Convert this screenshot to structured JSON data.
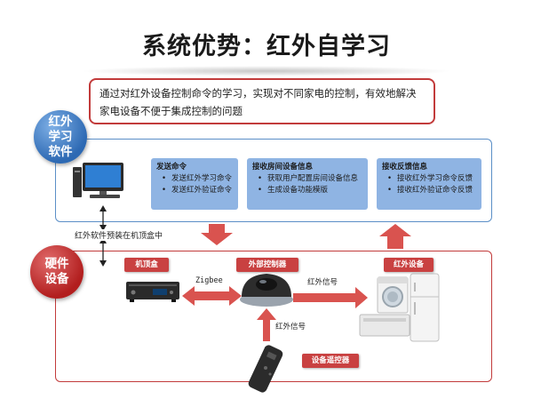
{
  "title": "系统优势：红外自学习",
  "description": "通过对红外设备控制命令的学习，实现对不同家电的控制，有效地解决家电设备不便于集成控制的问题",
  "software": {
    "circle_label": "红外\n学习\n软件",
    "boxes": [
      {
        "heading": "发送命令",
        "items": [
          "发送红外学习命令",
          "发送红外验证命令"
        ]
      },
      {
        "heading": "接收房间设备信息",
        "items": [
          "获取用户配置房间设备信息",
          "生成设备功能模版"
        ]
      },
      {
        "heading": "接收反馈信息",
        "items": [
          "接收红外学习命令反馈",
          "接收红外验证命令反馈"
        ]
      }
    ]
  },
  "preinstall_note": "红外软件预装在机顶盒中",
  "hardware": {
    "circle_label": "硬件\n设备",
    "tags": {
      "set_top_box": "机顶盒",
      "external_controller": "外部控制器",
      "ir_device": "红外设备",
      "remote": "设备遥控器"
    },
    "links": {
      "zigbee": "Zigbee",
      "ir_signal_out": "红外信号",
      "ir_signal_in": "红外信号"
    }
  },
  "colors": {
    "accent_red": "#c94141",
    "accent_blue": "#5b8fc7",
    "box_blue": "#8fb4e3",
    "arrow_red": "#d9534f"
  },
  "icons": [
    "computer-icon",
    "set-top-box-icon",
    "ir-controller-icon",
    "washing-machine-icon",
    "refrigerator-icon",
    "remote-control-icon"
  ]
}
